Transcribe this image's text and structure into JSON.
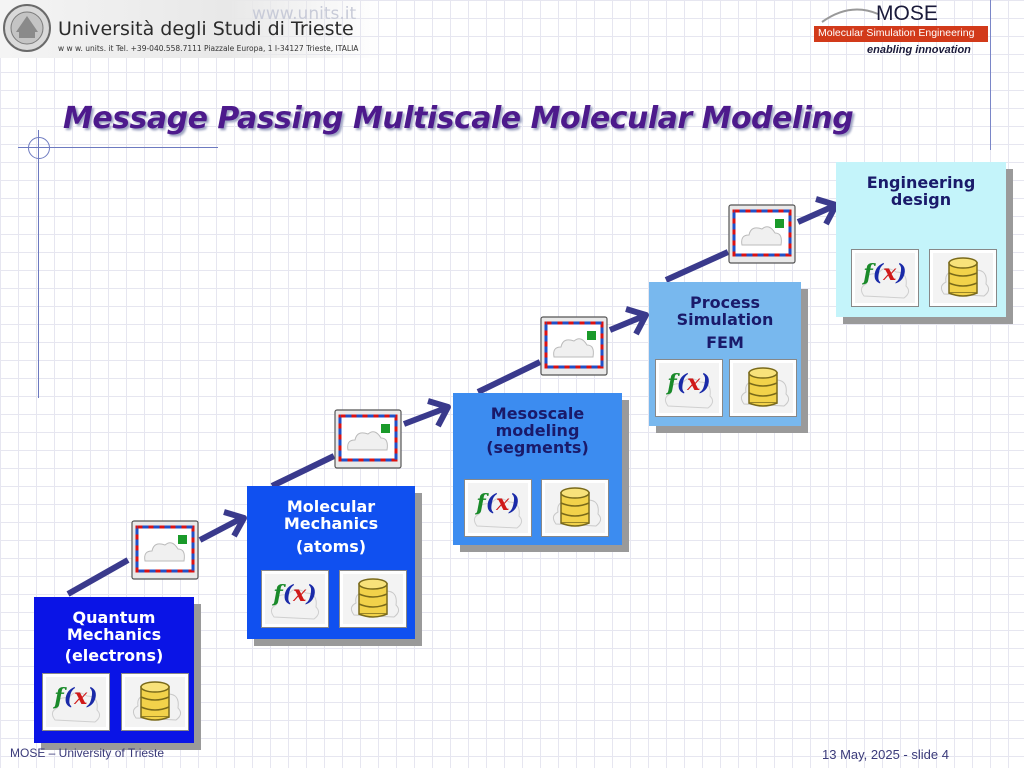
{
  "header": {
    "university_name": "Università degli Studi di Trieste",
    "university_contact": "w w w. units. it   Tel. +39-040.558.7111  Piazzale Europa, 1  I-34127 Trieste, ITALIA",
    "watermark": "www.units.it",
    "mose_name": "MOSE",
    "mose_subtitle": "Molecular Simulation Engineering",
    "mose_tagline": "enabling innovation"
  },
  "slide": {
    "title": "Message Passing Multiscale Molecular Modeling"
  },
  "diagram": {
    "colors": {
      "quantum": "#0a14e6",
      "molecular": "#1050f0",
      "mesoscale": "#3c8cf0",
      "process": "#78b8ee",
      "engineering": "#c4f4fa",
      "arrow": "#3a3a8c"
    },
    "levels": [
      {
        "id": "quantum",
        "lines": [
          "Quantum",
          "Mechanics",
          "(electrons)"
        ],
        "text_color": "#ffffff"
      },
      {
        "id": "molecular",
        "lines": [
          "Molecular",
          "Mechanics",
          "(atoms)"
        ],
        "text_color": "#ffffff"
      },
      {
        "id": "mesoscale",
        "lines": [
          "Mesoscale",
          "modeling",
          "(segments)"
        ],
        "text_color": "#1a1a6a"
      },
      {
        "id": "process",
        "lines": [
          "Process",
          "Simulation",
          "FEM"
        ],
        "text_color": "#1a1a6a"
      },
      {
        "id": "engineering",
        "lines": [
          "Engineering",
          "design"
        ],
        "text_color": "#1a1a6a"
      }
    ],
    "function_icon": {
      "f": "f",
      "open": "(",
      "x": "x",
      "close": ")"
    },
    "icons": [
      "function-icon",
      "database-icon",
      "envelope-message-icon",
      "arrow-icon"
    ]
  },
  "footer": {
    "left": "MOSE – University of Trieste",
    "right": "13 May, 2025 - slide 4"
  }
}
